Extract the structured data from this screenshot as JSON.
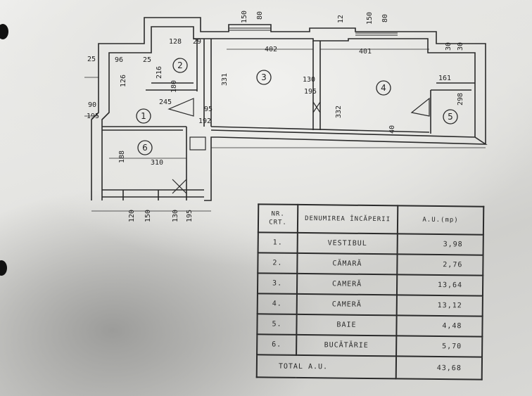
{
  "plan": {
    "rooms": [
      {
        "no": "1"
      },
      {
        "no": "2"
      },
      {
        "no": "3"
      },
      {
        "no": "4"
      },
      {
        "no": "5"
      },
      {
        "no": "6"
      }
    ],
    "dims": {
      "d150a": "150",
      "d80a": "80",
      "d12": "12",
      "d150b": "150",
      "d80b": "80",
      "d128": "128",
      "d29": "29",
      "d402": "402",
      "d401": "401",
      "d30": "30",
      "d30b": "30",
      "d25": "25",
      "d96": "96",
      "d25b": "25",
      "d126": "126",
      "d216": "216",
      "d180": "180",
      "d331": "331",
      "d130": "130",
      "d195": "195",
      "d161": "161",
      "d332": "332",
      "d298": "298",
      "d90": "90",
      "d195b": "195",
      "d245": "245",
      "d95": "95",
      "d192": "192",
      "d40": "40",
      "d188": "188",
      "d310": "310",
      "d120": "120",
      "d150c": "150",
      "d130b": "130",
      "d195c": "195"
    }
  },
  "table": {
    "header": {
      "nr": "NR. CRT.",
      "name": "DENUMIREA ÎNCĂPERII",
      "val": "A.U.(mp)"
    },
    "rows": [
      {
        "nr": "1.",
        "name": "VESTIBUL",
        "val": "3,98"
      },
      {
        "nr": "2.",
        "name": "CĂMARĂ",
        "val": "2,76"
      },
      {
        "nr": "3.",
        "name": "CAMERĂ",
        "val": "13,64"
      },
      {
        "nr": "4.",
        "name": "CAMERĂ",
        "val": "13,12"
      },
      {
        "nr": "5.",
        "name": "BAIE",
        "val": "4,48"
      },
      {
        "nr": "6.",
        "name": "BUCĂTĂRIE",
        "val": "5,70"
      }
    ],
    "total": {
      "label": "TOTAL A.U.",
      "val": "43,68"
    }
  }
}
